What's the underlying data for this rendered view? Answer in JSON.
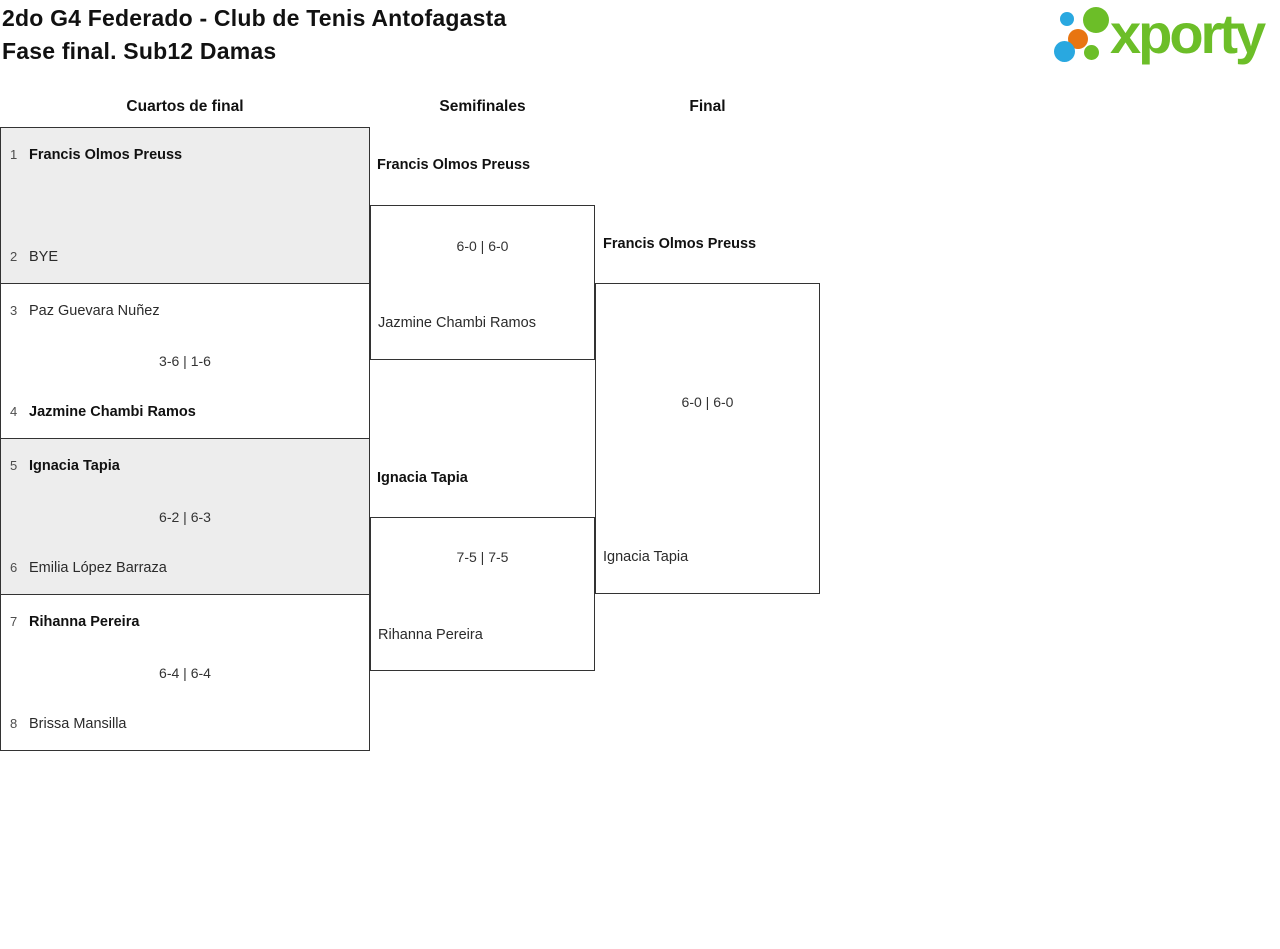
{
  "header": {
    "title_line1": "2do G4 Federado - Club de Tenis Antofagasta",
    "title_line2": "Fase final. Sub12 Damas"
  },
  "logo": {
    "text": "xporty",
    "colors": {
      "green": "#6cbe28",
      "blue": "#29a8e0",
      "orange": "#e87511"
    }
  },
  "rounds": {
    "quarterfinals": "Cuartos de final",
    "semifinals": "Semifinales",
    "final": "Final"
  },
  "colors": {
    "border": "#333333",
    "alt_match_background": "#ededed",
    "text": "#111111"
  },
  "quarterfinals": [
    {
      "seed1": "1",
      "player1": "Francis Olmos Preuss",
      "seed2": "2",
      "player2": "BYE",
      "score": ""
    },
    {
      "seed1": "3",
      "player1": "Paz Guevara Nuñez",
      "seed2": "4",
      "player2": "Jazmine Chambi Ramos",
      "score": "3-6 | 1-6"
    },
    {
      "seed1": "5",
      "player1": "Ignacia Tapia",
      "seed2": "6",
      "player2": "Emilia López Barraza",
      "score": "6-2 | 6-3"
    },
    {
      "seed1": "7",
      "player1": "Rihanna Pereira",
      "seed2": "8",
      "player2": "Brissa Mansilla",
      "score": "6-4 | 6-4"
    }
  ],
  "semifinals": [
    {
      "player1": "Francis Olmos Preuss",
      "player2": "Jazmine Chambi Ramos",
      "score": "6-0 | 6-0"
    },
    {
      "player1": "Ignacia Tapia",
      "player2": "Rihanna Pereira",
      "score": "7-5 | 7-5"
    }
  ],
  "final": {
    "player1": "Francis Olmos Preuss",
    "player2": "Ignacia Tapia",
    "score": "6-0 | 6-0"
  }
}
